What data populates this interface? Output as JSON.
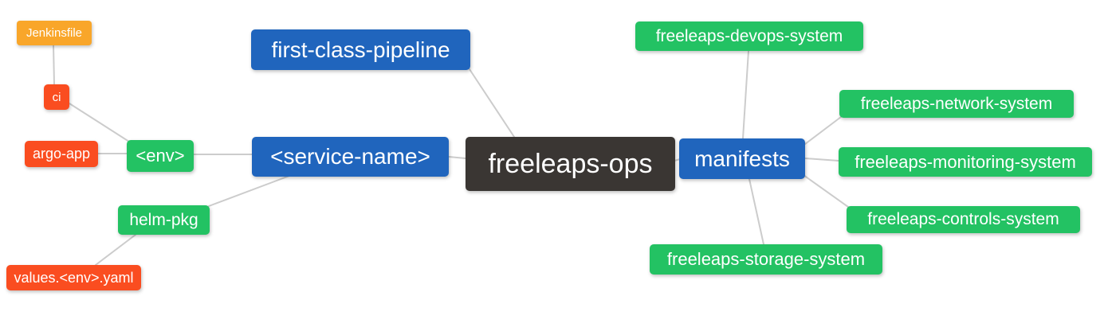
{
  "palette": {
    "root": "#3a3633",
    "branch": "#2065bd",
    "leaf": "#23c263",
    "detail": "#fa4d20",
    "file": "#f9a62a",
    "edge": "#cccccc",
    "text": "#ffffff",
    "background": "#ffffff"
  },
  "mindmap": {
    "root": "freeleaps-ops",
    "nodes": {
      "freeleaps_ops": {
        "label": "freeleaps-ops",
        "level": "root",
        "color": "#3a3633"
      },
      "first_class_pipeline": {
        "label": "first-class-pipeline",
        "level": "branch",
        "color": "#2065bd"
      },
      "service_name": {
        "label": "<service-name>",
        "level": "branch",
        "color": "#2065bd"
      },
      "manifests": {
        "label": "manifests",
        "level": "branch",
        "color": "#2065bd"
      },
      "env": {
        "label": "<env>",
        "level": "leaf",
        "color": "#23c263"
      },
      "helm_pkg": {
        "label": "helm-pkg",
        "level": "leaf",
        "color": "#23c263"
      },
      "argo_app": {
        "label": "argo-app",
        "level": "detail",
        "color": "#fa4d20"
      },
      "ci": {
        "label": "ci",
        "level": "detail",
        "color": "#fa4d20"
      },
      "values_env_yaml": {
        "label": "values.<env>.yaml",
        "level": "detail",
        "color": "#fa4d20"
      },
      "jenkinsfile": {
        "label": "Jenkinsfile",
        "level": "file",
        "color": "#f9a62a"
      },
      "devops_system": {
        "label": "freeleaps-devops-system",
        "level": "leaf",
        "color": "#23c263"
      },
      "network_system": {
        "label": "freeleaps-network-system",
        "level": "leaf",
        "color": "#23c263"
      },
      "monitoring_system": {
        "label": "freeleaps-monitoring-system",
        "level": "leaf",
        "color": "#23c263"
      },
      "controls_system": {
        "label": "freeleaps-controls-system",
        "level": "leaf",
        "color": "#23c263"
      },
      "storage_system": {
        "label": "freeleaps-storage-system",
        "level": "leaf",
        "color": "#23c263"
      }
    },
    "edges": [
      {
        "from": "jenkinsfile",
        "to": "ci"
      },
      {
        "from": "ci",
        "to": "env"
      },
      {
        "from": "argo_app",
        "to": "env"
      },
      {
        "from": "env",
        "to": "service_name"
      },
      {
        "from": "helm_pkg",
        "to": "service_name"
      },
      {
        "from": "values_env_yaml",
        "to": "helm_pkg"
      },
      {
        "from": "first_class_pipeline",
        "to": "freeleaps_ops"
      },
      {
        "from": "service_name",
        "to": "freeleaps_ops"
      },
      {
        "from": "freeleaps_ops",
        "to": "manifests"
      },
      {
        "from": "manifests",
        "to": "devops_system"
      },
      {
        "from": "manifests",
        "to": "network_system"
      },
      {
        "from": "manifests",
        "to": "monitoring_system"
      },
      {
        "from": "manifests",
        "to": "controls_system"
      },
      {
        "from": "manifests",
        "to": "storage_system"
      }
    ]
  }
}
